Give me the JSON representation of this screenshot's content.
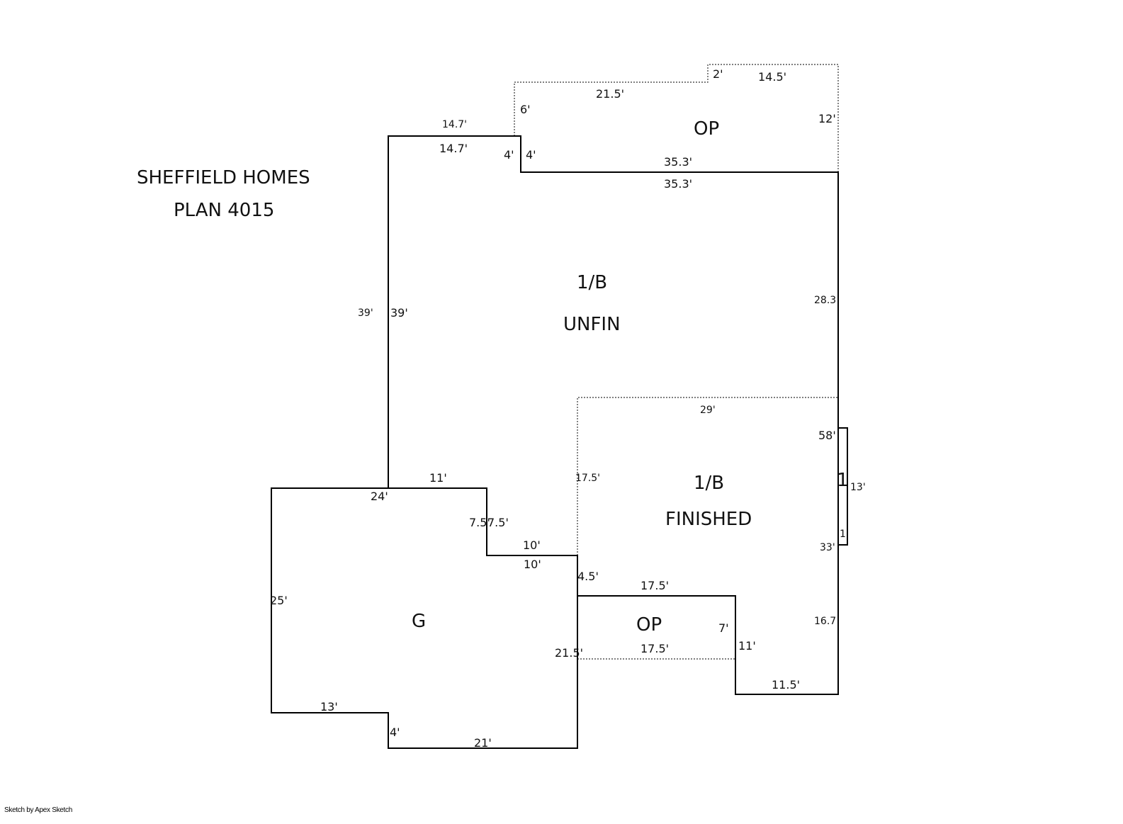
{
  "title": {
    "line1": "SHEFFIELD HOMES",
    "line2": "PLAN 4015"
  },
  "areas": {
    "op_top": "OP",
    "unfin_1": "1/B",
    "unfin_2": "UNFIN",
    "fin_1": "1/B",
    "fin_2": "FINISHED",
    "garage": "G",
    "op_bottom": "OP",
    "small": "1"
  },
  "dims": {
    "d_2": "2'",
    "d_14_5": "14.5'",
    "d_21_5_top": "21.5'",
    "d_6": "6'",
    "d_12": "12'",
    "d_14_7_a": "14.7'",
    "d_14_7_b": "14.7'",
    "d_4_a": "4'",
    "d_4_b": "4'",
    "d_35_3_a": "35.3'",
    "d_35_3_b": "35.3'",
    "d_39_a": "39'",
    "d_39_b": "39'",
    "d_28_3": "28.3",
    "d_29": "29'",
    "d_58": "58'",
    "d_17_5_v": "17.5'",
    "d_13_r": "13'",
    "d_1_r": "1'",
    "d_33": "33'",
    "d_11_top": "11'",
    "d_24": "24'",
    "d_7_5_a": "7.5'",
    "d_7_5_b": "7.5'",
    "d_10_a": "10'",
    "d_10_b": "10'",
    "d_4_5": "4.5'",
    "d_17_5_a": "17.5'",
    "d_17_5_b": "17.5'",
    "d_7": "7'",
    "d_11_b": "11'",
    "d_16_7": "16.7",
    "d_11_5": "11.5'",
    "d_21_5_g": "21.5'",
    "d_25": "25'",
    "d_13_g": "13'",
    "d_4_g": "4'",
    "d_21_g": "21'"
  },
  "footer": "Sketch by Apex Sketch"
}
